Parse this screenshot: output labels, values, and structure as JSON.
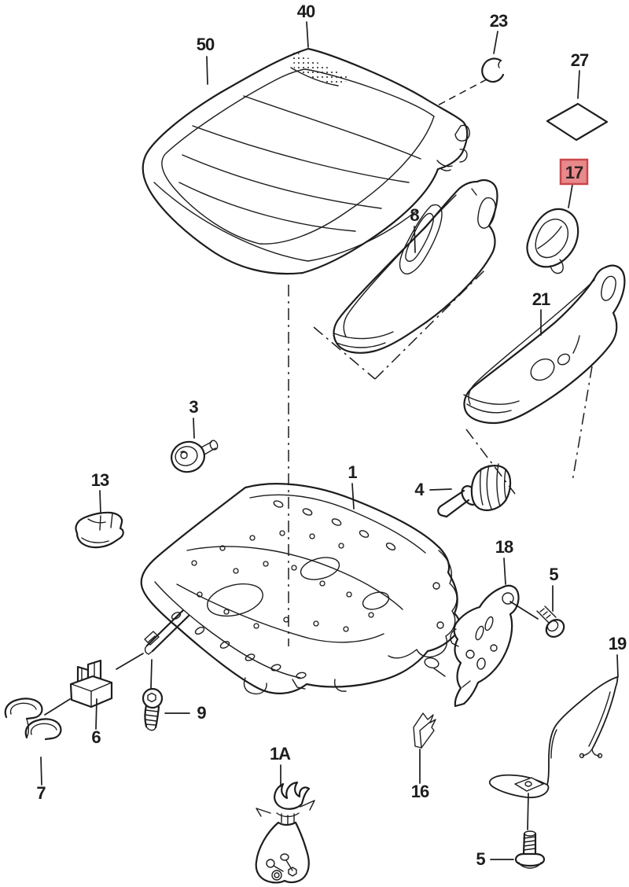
{
  "diagram": {
    "type": "exploded-parts-diagram",
    "background": "#ffffff",
    "line_color": "#1d1d1d",
    "highlight_fill": "#e8898b",
    "highlight_border": "#c9474b",
    "labels": [
      {
        "text": "50",
        "highlighted": false
      },
      {
        "text": "40",
        "highlighted": false
      },
      {
        "text": "23",
        "highlighted": false
      },
      {
        "text": "27",
        "highlighted": false
      },
      {
        "text": "17",
        "highlighted": true
      },
      {
        "text": "8",
        "highlighted": false
      },
      {
        "text": "21",
        "highlighted": false
      },
      {
        "text": "3",
        "highlighted": false
      },
      {
        "text": "13",
        "highlighted": false
      },
      {
        "text": "1",
        "highlighted": false
      },
      {
        "text": "4",
        "highlighted": false
      },
      {
        "text": "18",
        "highlighted": false
      },
      {
        "text": "5",
        "highlighted": false
      },
      {
        "text": "19",
        "highlighted": false
      },
      {
        "text": "9",
        "highlighted": false
      },
      {
        "text": "6",
        "highlighted": false
      },
      {
        "text": "7",
        "highlighted": false
      },
      {
        "text": "1A",
        "highlighted": false
      },
      {
        "text": "16",
        "highlighted": false
      },
      {
        "text": "5",
        "highlighted": false
      }
    ]
  }
}
